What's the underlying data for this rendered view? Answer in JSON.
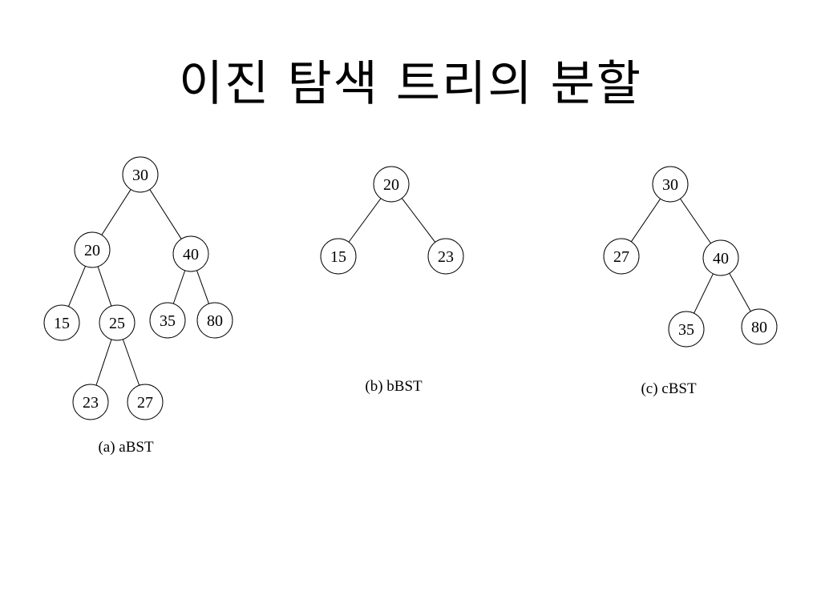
{
  "title": "이진 탐색 트리의 분할",
  "trees": [
    {
      "caption": "(a) aBST",
      "nodes": [
        "30",
        "20",
        "40",
        "15",
        "25",
        "35",
        "80",
        "23",
        "27"
      ]
    },
    {
      "caption": "(b) bBST",
      "nodes": [
        "20",
        "15",
        "23"
      ]
    },
    {
      "caption": "(c) cBST",
      "nodes": [
        "30",
        "27",
        "40",
        "35",
        "80"
      ]
    }
  ]
}
